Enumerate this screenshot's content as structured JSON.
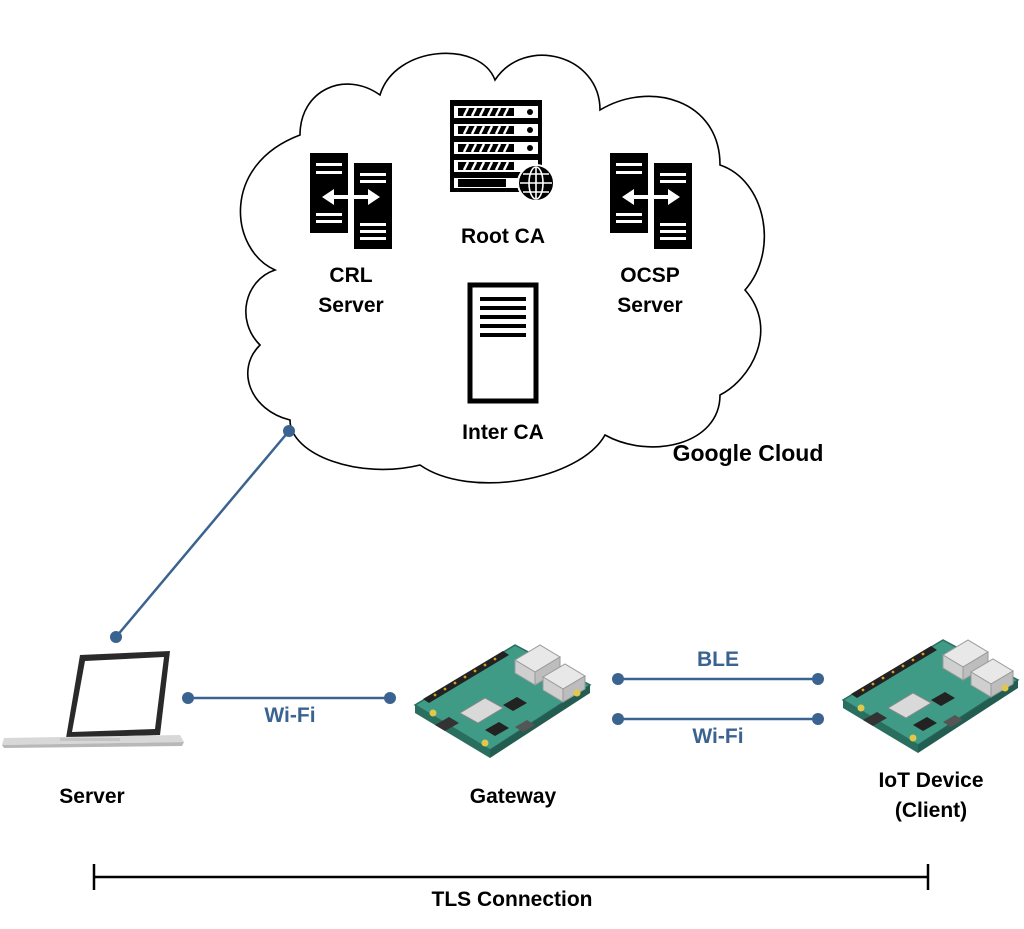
{
  "colors": {
    "link": "#3b6390",
    "ink": "#000000",
    "board": "#3f9a86",
    "board_dark": "#2f7f6e"
  },
  "cloud": {
    "label": "Google Cloud",
    "nodes": {
      "root_ca": {
        "label": "Root CA",
        "icon": "server-rack-globe-icon"
      },
      "crl": {
        "label_line1": "CRL",
        "label_line2": "Server",
        "icon": "server-exchange-icon"
      },
      "ocsp": {
        "label_line1": "OCSP",
        "label_line2": "Server",
        "icon": "server-exchange-icon"
      },
      "inter_ca": {
        "label": "Inter CA",
        "icon": "server-tower-icon"
      }
    }
  },
  "devices": {
    "server": {
      "label": "Server",
      "icon": "laptop-icon"
    },
    "gateway": {
      "label": "Gateway",
      "icon": "raspberry-pi-board-icon"
    },
    "iot": {
      "label_line1": "IoT Device",
      "label_line2": "(Client)",
      "icon": "raspberry-pi-board-icon"
    }
  },
  "links": {
    "server_gateway": "Wi-Fi",
    "gateway_iot_ble": "BLE",
    "gateway_iot_wifi": "Wi-Fi"
  },
  "tls": {
    "label": "TLS Connection"
  }
}
